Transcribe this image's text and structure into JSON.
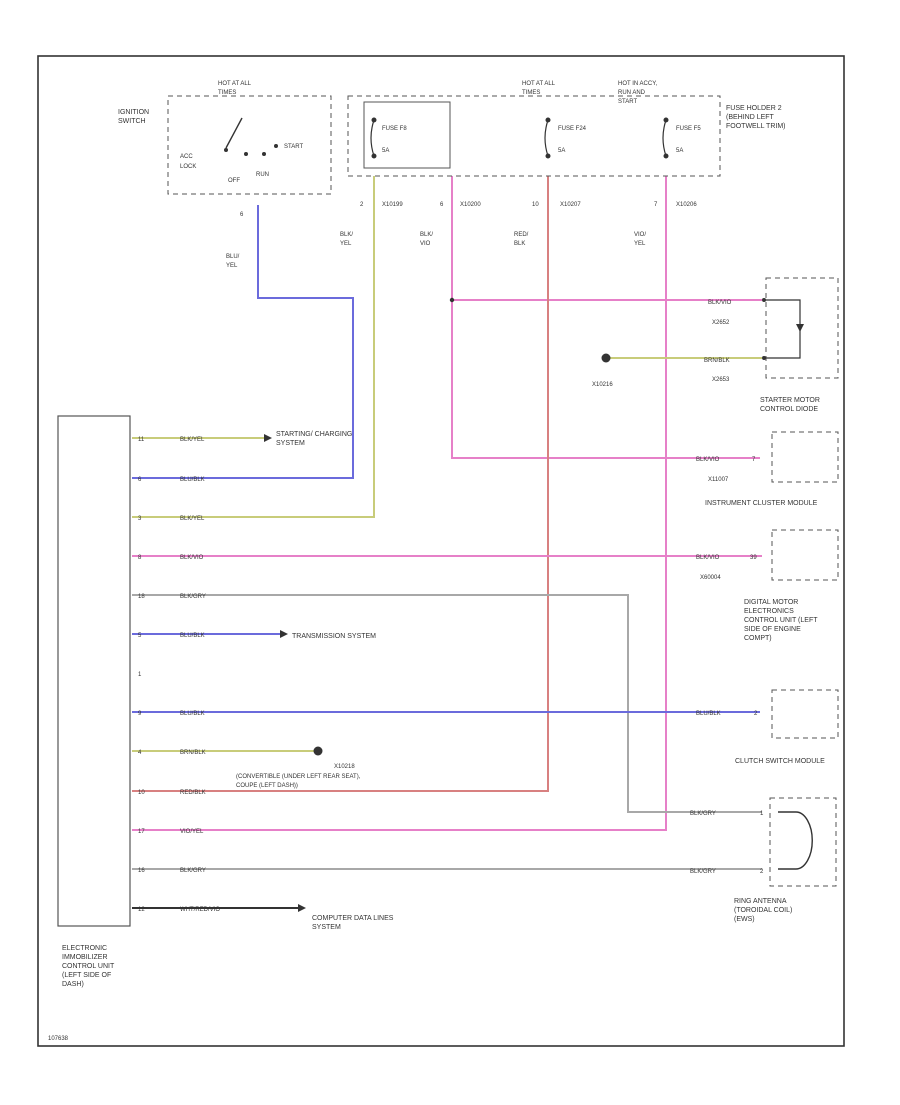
{
  "colors": {
    "blue": "#6b6bdc",
    "yellow": "#c8cc7a",
    "pink": "#e680c8",
    "red": "#d88080",
    "gray": "#a8a8a8",
    "dark": "#333333",
    "dash": "#555555"
  },
  "ignition": {
    "name": "IGNITION SWITCH",
    "hot": "HOT AT ALL TIMES",
    "positions": [
      "ACC",
      "LOCK",
      "OFF",
      "RUN",
      "START"
    ],
    "pin": "6"
  },
  "fuse_holder": {
    "name": "FUSE HOLDER 2 (BEHIND LEFT FOOTWELL TRIM)",
    "hot1": "HOT AT ALL TIMES",
    "hot2": "HOT IN ACCY, RUN AND START",
    "fuses": [
      {
        "name": "FUSE F8",
        "amps": "5A",
        "pin": "2",
        "conn": "X10199",
        "pin2": "6",
        "conn2": "X10200"
      },
      {
        "name": "FUSE F24",
        "amps": "5A",
        "pin": "10",
        "conn": "X10207"
      },
      {
        "name": "FUSE F5",
        "amps": "5A",
        "pin": "7",
        "conn": "X10206"
      }
    ]
  },
  "vertical_wires": [
    {
      "id": "ign",
      "label": "BLU/ YEL"
    },
    {
      "id": "f8a",
      "label": "BLK/ YEL"
    },
    {
      "id": "f8b",
      "label": "BLK/ VIO"
    },
    {
      "id": "f24",
      "label": "RED/ BLK"
    },
    {
      "id": "f5",
      "label": "VIO/ YEL"
    }
  ],
  "starter_diode": {
    "name": "STARTER MOTOR CONTROL DIODE",
    "wire1": "BLK/VIO",
    "conn1": "X2652",
    "wire2": "BRN/BLK",
    "conn2": "X2653",
    "ground": "X10216"
  },
  "ecu_pins": [
    {
      "pin": "11",
      "wire": "BLK/YEL",
      "dest": "STARTING/ CHARGING SYSTEM"
    },
    {
      "pin": "6",
      "wire": "BLU/BLK"
    },
    {
      "pin": "3",
      "wire": "BLK/YEL"
    },
    {
      "pin": "8",
      "wire": "BLK/VIO"
    },
    {
      "pin": "18",
      "wire": "BLK/GRY"
    },
    {
      "pin": "5",
      "wire": "BLU/BLK",
      "dest": "TRANSMISSION SYSTEM"
    },
    {
      "pin": "1",
      "wire": ""
    },
    {
      "pin": "9",
      "wire": "BLU/BLK"
    },
    {
      "pin": "4",
      "wire": "BRN/BLK",
      "ground": "X10218",
      "ground_desc": "(CONVERTIBLE (UNDER LEFT REAR SEAT), COUPE (LEFT DASH))"
    },
    {
      "pin": "10",
      "wire": "RED/BLK"
    },
    {
      "pin": "17",
      "wire": "VIO/YEL"
    },
    {
      "pin": "16",
      "wire": "BLK/GRY"
    },
    {
      "pin": "12",
      "wire": "WHT/RED/VIO",
      "dest": "COMPUTER DATA LINES SYSTEM"
    }
  ],
  "modules": [
    {
      "id": "cluster",
      "name": "INSTRUMENT CLUSTER MODULE",
      "wire": "BLK/VIO",
      "pin": "7",
      "conn": "X11007"
    },
    {
      "id": "dme",
      "name": "DIGITAL MOTOR ELECTRONICS CONTROL UNIT (LEFT SIDE OF ENGINE COMPT)",
      "wire": "BLK/VIO",
      "pin": "39",
      "conn": "X60004"
    },
    {
      "id": "clutch",
      "name": "CLUTCH SWITCH MODULE",
      "wire": "BLU/BLK",
      "pin": "2"
    }
  ],
  "ring_antenna": {
    "name": "RING ANTENNA (TOROIDAL COIL) (EWS)",
    "wire1": "BLK/GRY",
    "pin1": "1",
    "wire2": "BLK/GRY",
    "pin2": "2"
  },
  "ecu": {
    "name": "ELECTRONIC IMMOBILIZER CONTROL UNIT (LEFT SIDE OF DASH)"
  },
  "figure_id": "107638"
}
